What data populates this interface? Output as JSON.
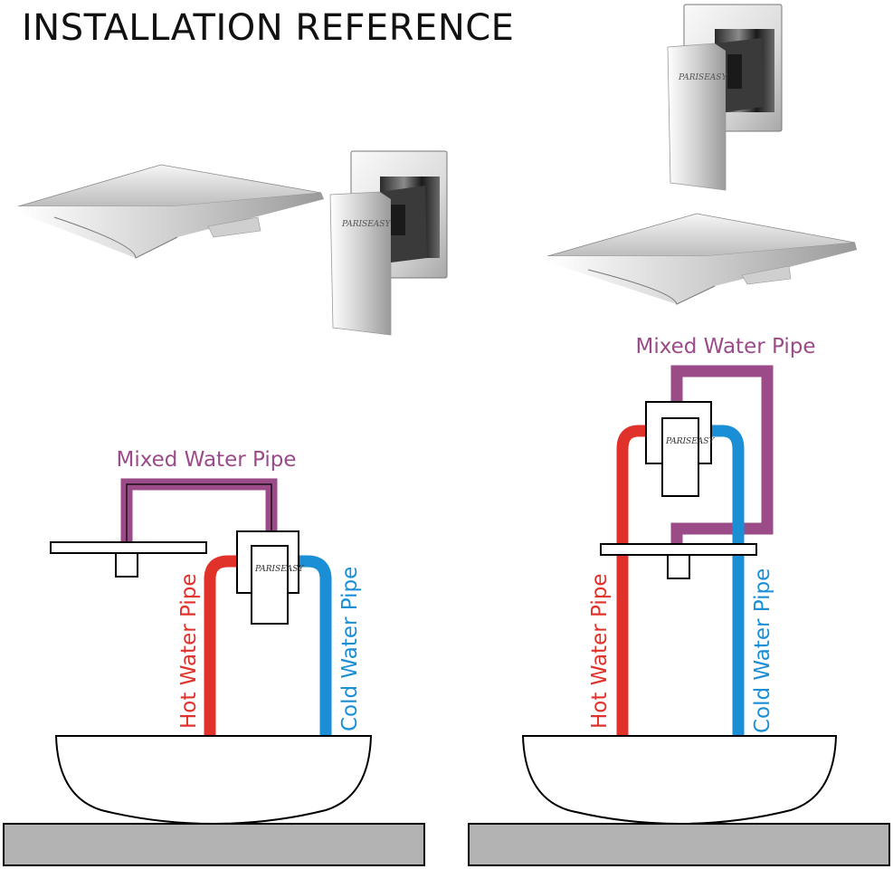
{
  "title": "INSTALLATION REFERENCE",
  "brand": "PARISEASY",
  "colors": {
    "hot": "#e0312a",
    "cold": "#1a8fd6",
    "mixed": "#9a4b88",
    "counter": "#b3b3b3",
    "line": "#000000"
  },
  "left_diagram": {
    "mixed_label": "Mixed Water Pipe",
    "hot_label": "Hot Water Pipe",
    "cold_label": "Cold Water Pipe"
  },
  "right_diagram": {
    "mixed_label": "Mixed Water Pipe",
    "hot_label": "Hot Water Pipe",
    "cold_label": "Cold Water Pipe"
  }
}
